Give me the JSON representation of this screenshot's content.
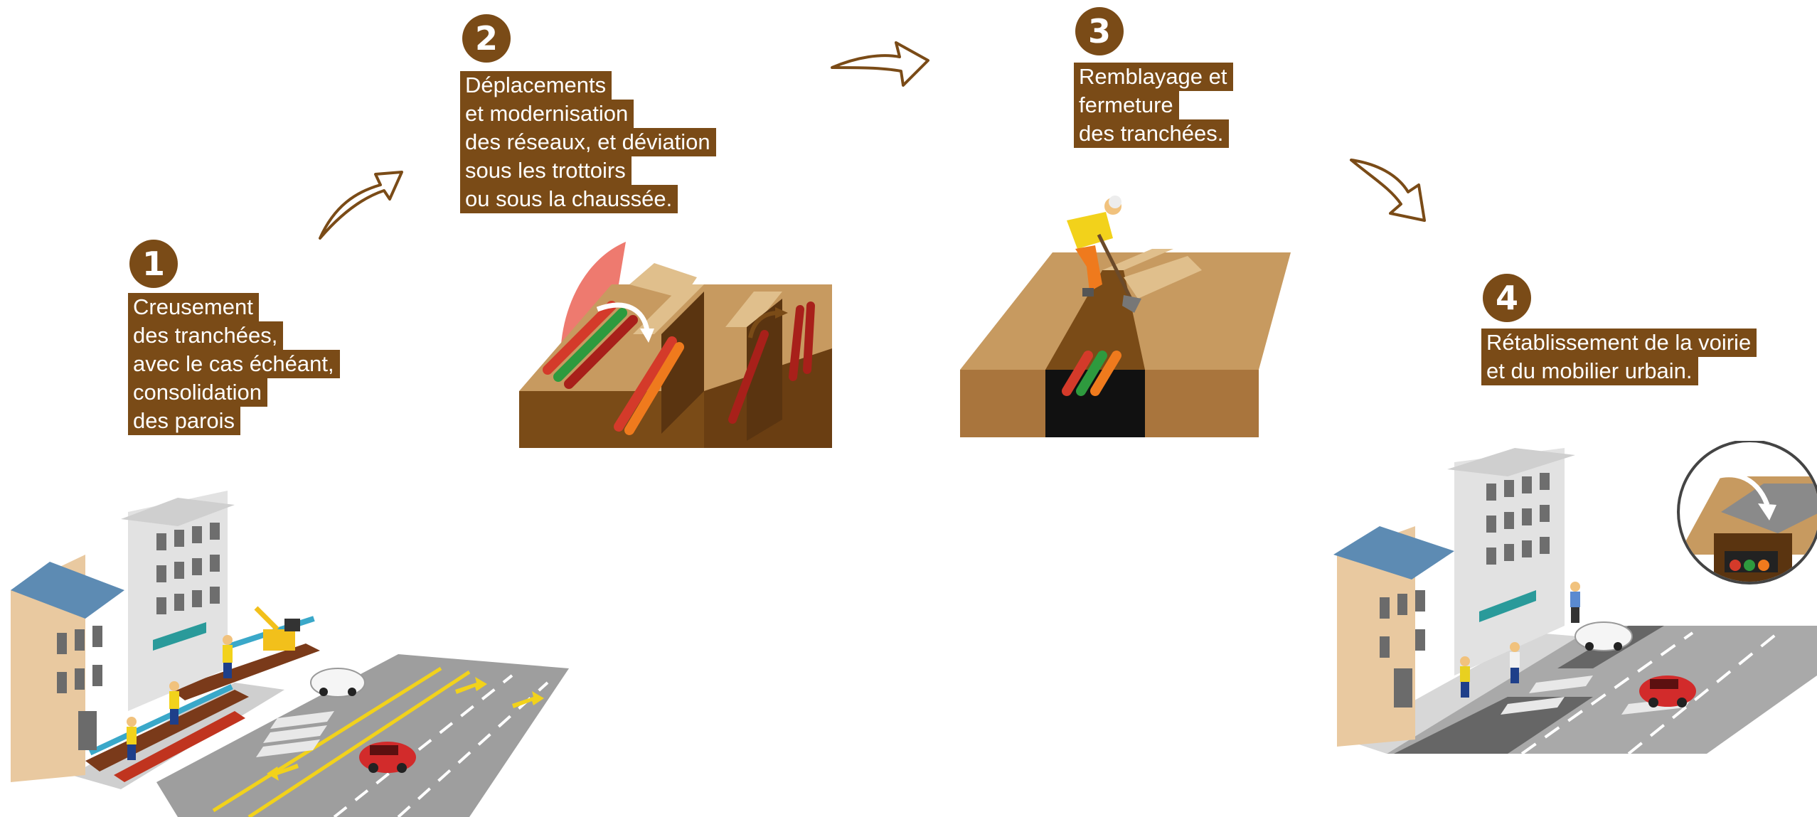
{
  "colors": {
    "brown": "#7a4b17",
    "sand": "#c79a60",
    "sand_light": "#e0bf8c",
    "road": "#a9a9a9",
    "pipe_red": "#d43a2a",
    "pipe_green": "#2e9a3e",
    "pipe_orange": "#ef7a1d"
  },
  "steps": [
    {
      "number": "1",
      "lines": [
        "Creusement",
        "des tranchées,",
        "avec le cas échéant,",
        "consolidation",
        "des parois"
      ]
    },
    {
      "number": "2",
      "lines": [
        "Déplacements",
        "et modernisation",
        "des réseaux, et déviation",
        "sous les trottoirs",
        "ou sous la chaussée."
      ]
    },
    {
      "number": "3",
      "lines": [
        "Remblayage et",
        "fermeture",
        "des tranchées."
      ]
    },
    {
      "number": "4",
      "lines": [
        "Rétablissement de la voirie",
        "et du mobilier urbain."
      ]
    }
  ],
  "icons": [
    "curved-arrow-icon",
    "worker-icon",
    "car-icon",
    "pipe-icon",
    "building-icon"
  ]
}
